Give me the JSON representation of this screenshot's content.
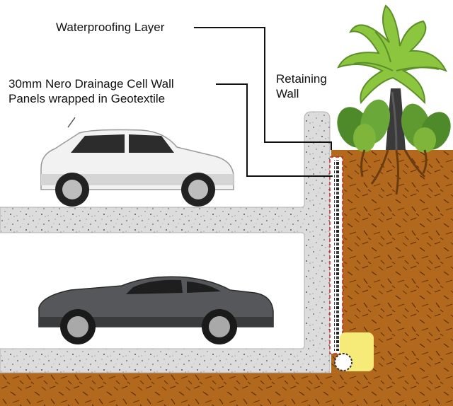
{
  "labels": {
    "waterproofing": "Waterproofing Layer",
    "drainage_line1": "30mm Nero Drainage Cell Wall",
    "drainage_line2": "Panels wrapped in Geotextile",
    "retaining_line1": "Retaining",
    "retaining_line2": "Wall"
  },
  "colors": {
    "concrete": "#dcdcdc",
    "concrete_edge": "#aaaaaa",
    "soil": "#b3691d",
    "soil_dark": "#7a3f0c",
    "drain_red": "#d21c1c",
    "pipe_fill": "#f6ea78",
    "white_car": "#f2f2f2",
    "grey_car": "#55575a",
    "palm_green": "#7fb53a",
    "leaf_green": "#5c8f2a"
  },
  "icons": [
    "white-suv-icon",
    "grey-coupe-icon",
    "palm-tree-icon",
    "drainage-pipe-icon"
  ]
}
